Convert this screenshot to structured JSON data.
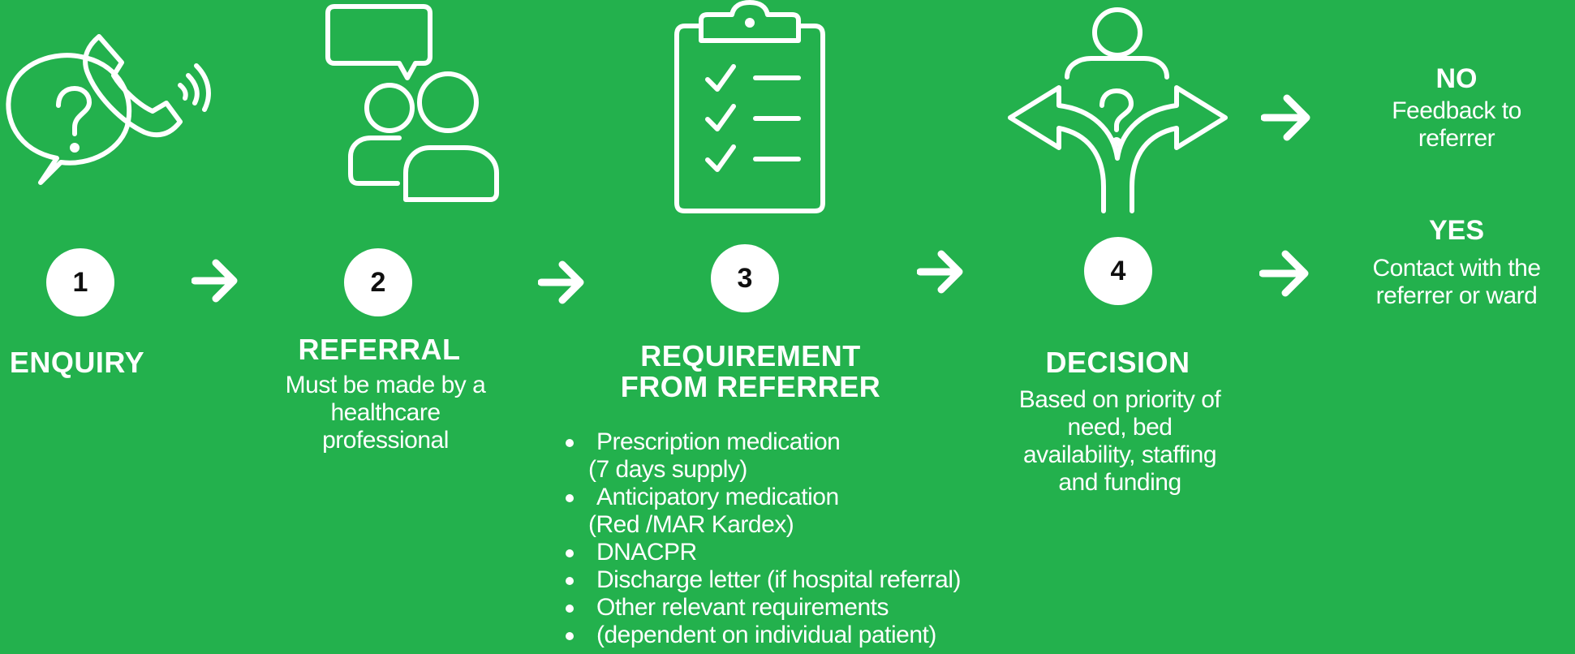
{
  "background_color": "#23b14d",
  "steps": [
    {
      "number": "1",
      "title": "ENQUIRY",
      "icon": "phone-speech-question-icon"
    },
    {
      "number": "2",
      "title": "REFERRAL",
      "description": "Must be made by a healthcare professional",
      "icon": "two-people-speech-icon"
    },
    {
      "number": "3",
      "title_line1": "REQUIREMENT",
      "title_line2": "FROM REFERRER",
      "icon": "clipboard-checklist-icon",
      "requirements": [
        {
          "main": "Prescription medication",
          "sub": "(7 days supply)"
        },
        {
          "main": "Anticipatory medication",
          "sub": "(Red /MAR Kardex)"
        },
        {
          "main": "DNACPR"
        },
        {
          "main": "Discharge letter (if hospital referral)"
        },
        {
          "main": "Other relevant requirements"
        },
        {
          "main": "(dependent on individual patient)"
        }
      ]
    },
    {
      "number": "4",
      "title": "DECISION",
      "description_lines": [
        "Based on priority of",
        "need, bed",
        "availability, staffing",
        "and funding"
      ],
      "icon": "person-question-fork-icon"
    }
  ],
  "outcomes": {
    "no": {
      "label": "NO",
      "lines": [
        "Feedback to",
        "referrer"
      ]
    },
    "yes": {
      "label": "YES",
      "lines": [
        "Contact with the",
        "referrer or ward"
      ]
    }
  }
}
